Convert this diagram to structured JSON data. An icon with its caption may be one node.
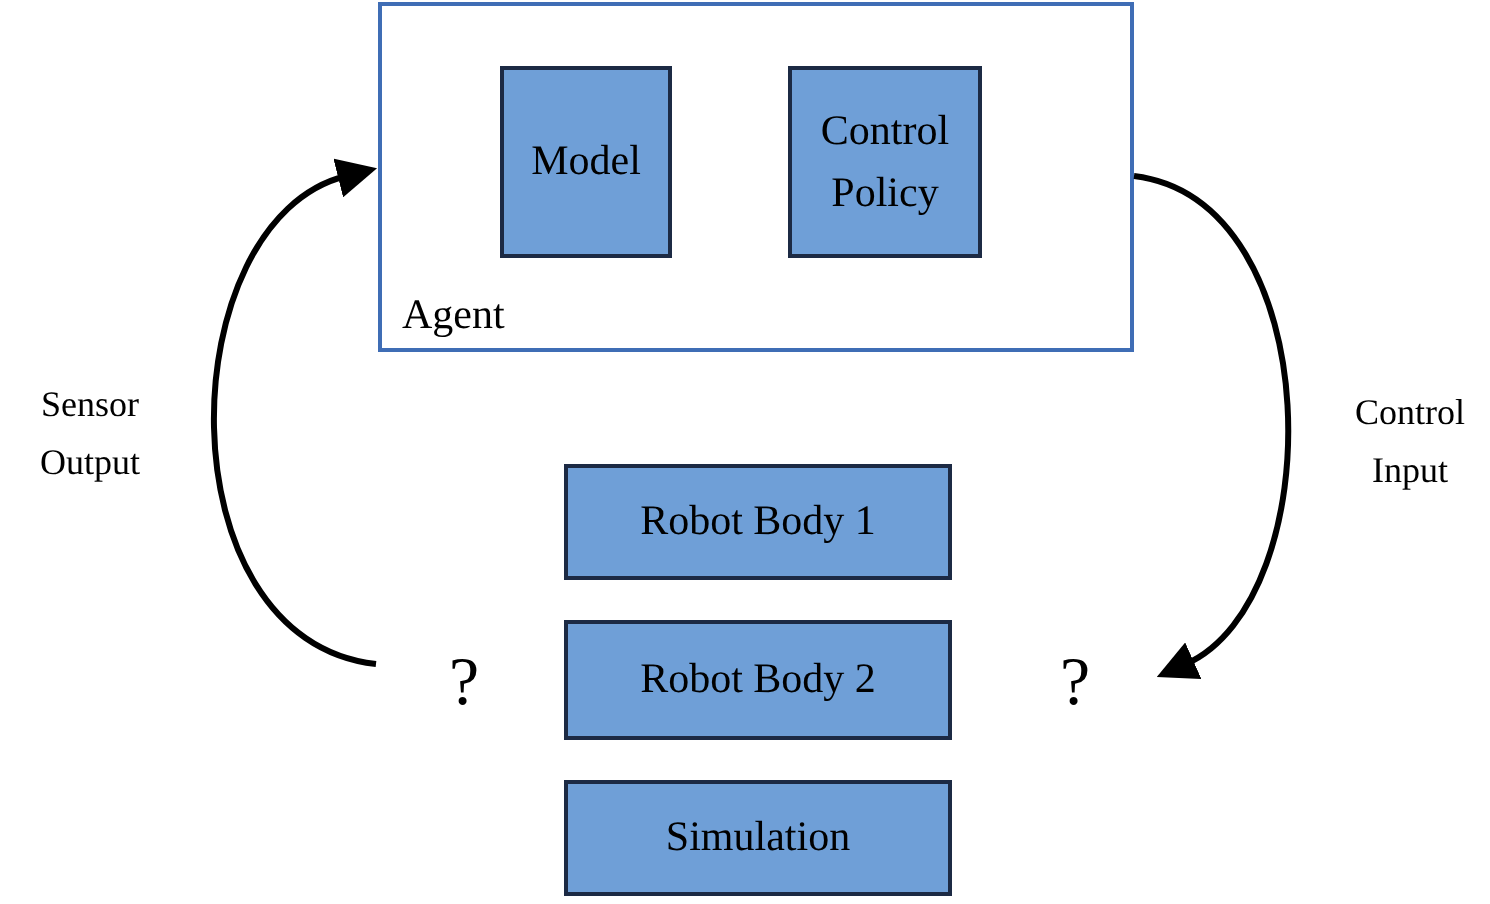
{
  "diagram": {
    "nodes": [
      {
        "text": [
          "Agent"
        ]
      },
      {
        "text": [
          "Model"
        ],
        "in": 0
      },
      {
        "text": [
          "Control Policy"
        ],
        "in": 0
      },
      {
        "text": [
          "Robot Body 1"
        ]
      },
      {
        "text": [
          "Robot Body 2"
        ]
      },
      {
        "text": [
          "Simulation"
        ]
      },
      {
        "text": [
          "?"
        ]
      },
      {
        "text": [
          "?"
        ]
      }
    ],
    "edges": [
      {
        "from": 6,
        "to": 0,
        "arrow": "to",
        "label": "Sensor Output"
      },
      {
        "from": 0,
        "to": 7,
        "arrow": "to",
        "label": "Control Input"
      }
    ]
  }
}
